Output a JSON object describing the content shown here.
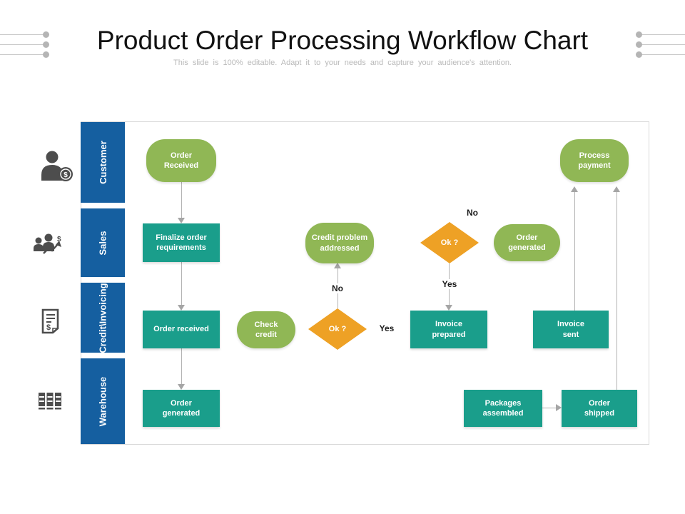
{
  "header": {
    "title": "Product Order Processing Workflow Chart",
    "subtitle": "This slide is 100% editable. Adapt it to your needs and capture your audience's attention."
  },
  "colors": {
    "lane_blue": "#155FA0",
    "process_teal": "#1A9E8B",
    "terminal_green": "#90B755",
    "decision_orange": "#EEA125",
    "connector_gray": "#B3B3B3",
    "icon_gray": "#4D4D4D",
    "subtitle_gray": "#B9B9B9"
  },
  "lanes": [
    {
      "label": "Customer",
      "icon": "customer-dollar-icon"
    },
    {
      "label": "Sales",
      "icon": "sales-growth-icon"
    },
    {
      "label": "Credit\\Invoicing",
      "icon": "invoice-document-icon"
    },
    {
      "label": "Warehouse",
      "icon": "warehouse-shelves-icon"
    }
  ],
  "nodes": [
    {
      "label": "Order\nReceived",
      "shape": "stadium",
      "lane": "Customer"
    },
    {
      "label": "Process\npayment",
      "shape": "stadium",
      "lane": "Customer"
    },
    {
      "label": "Finalize order\nrequirements",
      "shape": "rect",
      "lane": "Sales"
    },
    {
      "label": "Credit problem\naddressed",
      "shape": "stadium",
      "lane": "Sales"
    },
    {
      "label": "Ok ?",
      "shape": "diamond",
      "lane": "Sales"
    },
    {
      "label": "Order\ngenerated",
      "shape": "stadium",
      "lane": "Sales"
    },
    {
      "label": "Order received",
      "shape": "rect",
      "lane": "Credit\\Invoicing"
    },
    {
      "label": "Check\ncredit",
      "shape": "stadium",
      "lane": "Credit\\Invoicing"
    },
    {
      "label": "Ok ?",
      "shape": "diamond",
      "lane": "Credit\\Invoicing"
    },
    {
      "label": "Invoice\nprepared",
      "shape": "rect",
      "lane": "Credit\\Invoicing"
    },
    {
      "label": "Invoice\nsent",
      "shape": "rect",
      "lane": "Credit\\Invoicing"
    },
    {
      "label": "Order\ngenerated",
      "shape": "rect",
      "lane": "Warehouse"
    },
    {
      "label": "Packages\nassembled",
      "shape": "rect",
      "lane": "Warehouse"
    },
    {
      "label": "Order\nshipped",
      "shape": "rect",
      "lane": "Warehouse"
    }
  ],
  "edge_labels": [
    {
      "id": "sales-no",
      "text": "No"
    },
    {
      "id": "sales-yes",
      "text": "Yes"
    },
    {
      "id": "credit-no",
      "text": "No"
    },
    {
      "id": "credit-yes",
      "text": "Yes"
    }
  ]
}
